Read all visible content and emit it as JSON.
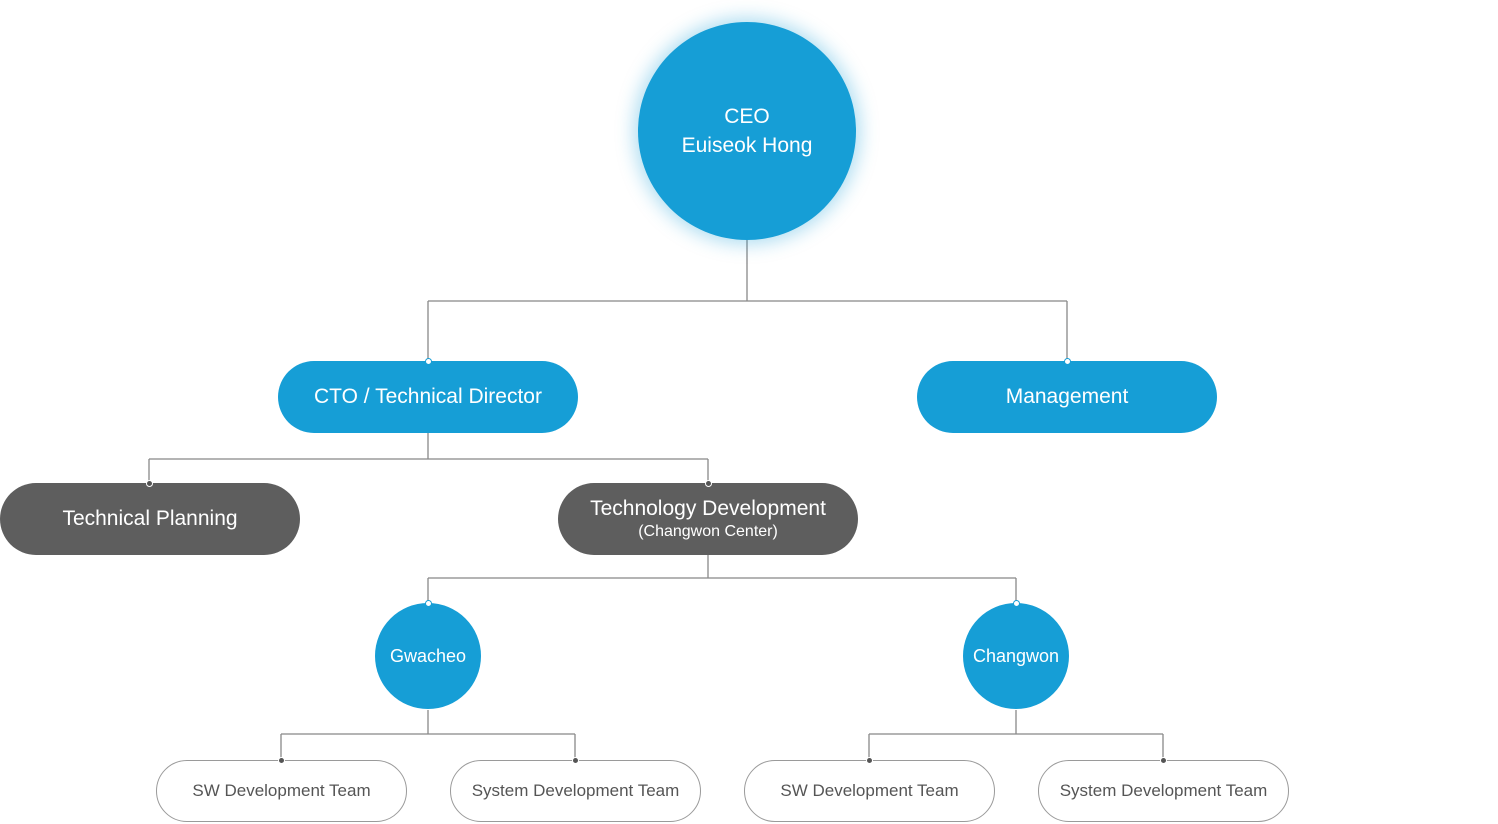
{
  "ceo": {
    "title": "CEO",
    "name": "Euiseok Hong"
  },
  "level1": {
    "cto": "CTO / Technical Director",
    "management": "Management"
  },
  "level2": {
    "planning": "Technical Planning",
    "tech_dev": {
      "title": "Technology Development",
      "subtitle": "(Changwon Center)"
    }
  },
  "level3": {
    "gwacheon": "Gwacheo",
    "changwon": "Changwon"
  },
  "teams": {
    "gwacheon_sw": "SW Development Team",
    "gwacheon_sys": "System Development Team",
    "changwon_sw": "SW Development Team",
    "changwon_sys": "System Development Team"
  },
  "colors": {
    "primary": "#169ed6",
    "dark": "#5e5e5e",
    "line": "#888888",
    "outline": "#9a9a9a"
  }
}
